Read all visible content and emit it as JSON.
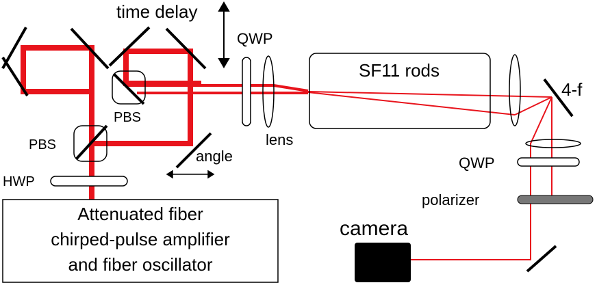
{
  "labels": {
    "time_delay": "time delay",
    "qwp_top": "QWP",
    "sf11": "SF11 rods",
    "four_f": "4-f",
    "pbs_upper": "PBS",
    "pbs_lower": "PBS",
    "lens": "lens",
    "angle": "angle",
    "qwp_right": "QWP",
    "hwp": "HWP",
    "polarizer": "polarizer",
    "camera": "camera",
    "source_line1": "Attenuated fiber",
    "source_line2": "chirped-pulse amplifier",
    "source_line3": "and fiber oscillator"
  },
  "colors": {
    "beam": "#e8141c",
    "optic": "#000000",
    "polarizer_fill": "#777777",
    "camera_fill": "#000000"
  }
}
